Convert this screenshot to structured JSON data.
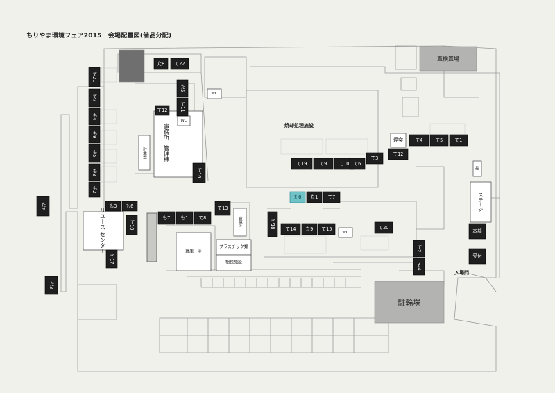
{
  "title": "もりやま環境フェア2015　会場配置図(備品分配)",
  "booths": [
    {
      "id": "ta8",
      "label": "た8",
      "hl": false
    },
    {
      "id": "te22",
      "label": "て22",
      "hl": false
    },
    {
      "id": "te21",
      "label": "て21",
      "hl": false
    },
    {
      "id": "te7l",
      "label": "て7",
      "hl": false
    },
    {
      "id": "mo4",
      "label": "も4",
      "hl": false
    },
    {
      "id": "mo9",
      "label": "も9",
      "hl": false
    },
    {
      "id": "mo5",
      "label": "も5",
      "hl": false
    },
    {
      "id": "mo8",
      "label": "も8",
      "hl": false
    },
    {
      "id": "mo2",
      "label": "も2",
      "hl": false
    },
    {
      "id": "ta5",
      "label": "た5",
      "hl": false
    },
    {
      "id": "te11",
      "label": "て11",
      "hl": false
    },
    {
      "id": "te12t",
      "label": "て12",
      "hl": false
    },
    {
      "id": "te16",
      "label": "て16",
      "hl": false
    },
    {
      "id": "mo3",
      "label": "も3",
      "hl": false
    },
    {
      "id": "mo6",
      "label": "も6",
      "hl": false
    },
    {
      "id": "ta2",
      "label": "た2",
      "hl": false
    },
    {
      "id": "te10",
      "label": "て10",
      "hl": false
    },
    {
      "id": "te17",
      "label": "て17",
      "hl": false
    },
    {
      "id": "ta3",
      "label": "た3",
      "hl": false
    },
    {
      "id": "mo7",
      "label": "も7",
      "hl": false
    },
    {
      "id": "mo1",
      "label": "も1",
      "hl": false
    },
    {
      "id": "te8",
      "label": "て8",
      "hl": false
    },
    {
      "id": "te13",
      "label": "て13",
      "hl": false
    },
    {
      "id": "te18",
      "label": "て18",
      "hl": false
    },
    {
      "id": "te19",
      "label": "て19",
      "hl": false
    },
    {
      "id": "te9",
      "label": "て9",
      "hl": false
    },
    {
      "id": "te10c",
      "label": "て10",
      "hl": false
    },
    {
      "id": "te6",
      "label": "て6",
      "hl": false
    },
    {
      "id": "te3",
      "label": "て3",
      "hl": false
    },
    {
      "id": "ta6",
      "label": "た6",
      "hl": true
    },
    {
      "id": "ta1",
      "label": "た1",
      "hl": false
    },
    {
      "id": "te7c",
      "label": "て7",
      "hl": false
    },
    {
      "id": "te14",
      "label": "て14",
      "hl": false
    },
    {
      "id": "ta9",
      "label": "た9",
      "hl": false
    },
    {
      "id": "te15",
      "label": "て15",
      "hl": false
    },
    {
      "id": "te20",
      "label": "て20",
      "hl": false
    },
    {
      "id": "te12r",
      "label": "て12",
      "hl": false
    },
    {
      "id": "te4",
      "label": "て4",
      "hl": false
    },
    {
      "id": "te5",
      "label": "て5",
      "hl": false
    },
    {
      "id": "te1",
      "label": "て1",
      "hl": false
    },
    {
      "id": "te2",
      "label": "て2",
      "hl": false
    },
    {
      "id": "ta4",
      "label": "た4",
      "hl": false
    },
    {
      "id": "honbu",
      "label": "本部",
      "hl": false
    },
    {
      "id": "uketsuke",
      "label": "受付",
      "hl": false
    }
  ],
  "zones": {
    "jimusho": "事務所　管理棟",
    "keiryo": "計量器",
    "reuse": "リユース\nセンター",
    "warehouse1": "倉庫①",
    "warehouse2": "倉庫　②",
    "plastic": "プラスチック類",
    "konpo": "梱包施設",
    "stage": "ステージ",
    "entrance": "煙突",
    "kouka": "控",
    "wc1": "WC",
    "wc2": "WC",
    "wc3": "WC",
    "facility": "焼却処理施設",
    "parking_top": "直検置場",
    "bicycle": "駐輪場",
    "gate": "入場門"
  },
  "icons": {
    "wc": "wc-icon"
  }
}
